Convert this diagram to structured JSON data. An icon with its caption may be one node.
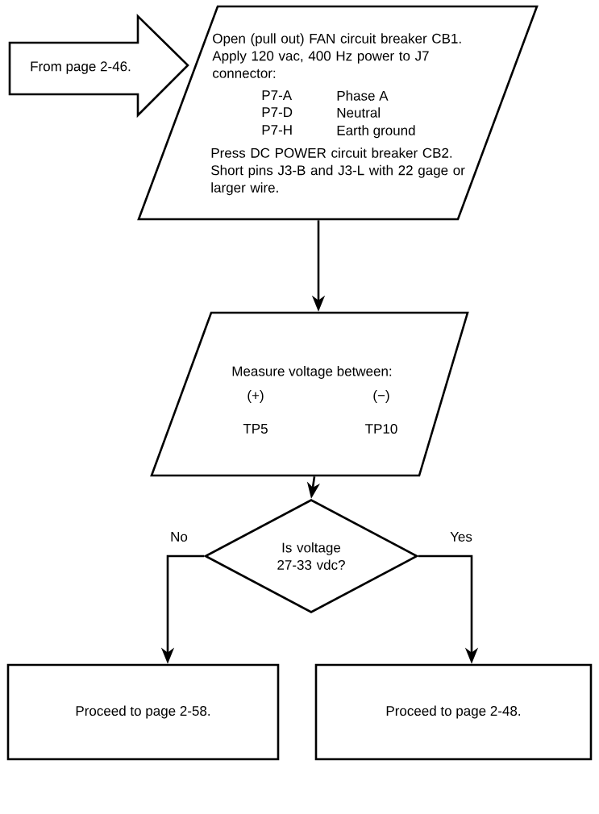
{
  "diagram": {
    "nodes": [
      {
        "text": [
          "From page 2-46."
        ]
      },
      {
        "text": [
          "Open (pull out) FAN circuit breaker CB1. Apply 120 vac, 400 Hz power to J7 connector:",
          "P7-A",
          "Phase A",
          "P7-D",
          "Neutral",
          "P7-H",
          "Earth ground",
          "Press DC POWER circuit breaker CB2. Short pins J3-B and J3-L with 22 gage or larger wire."
        ]
      },
      {
        "text": [
          "Measure voltage between:",
          "(+)",
          "(−)",
          "TP5",
          "TP10"
        ]
      },
      {
        "text": [
          "Is voltage 27-33 vdc?"
        ]
      },
      {
        "text": [
          "Proceed to page 2-58."
        ]
      },
      {
        "text": [
          "Proceed to page 2-48."
        ]
      }
    ],
    "edges": [
      {
        "from": 1,
        "to": 2,
        "arrow": "to"
      },
      {
        "from": 2,
        "to": 3,
        "arrow": "to"
      },
      {
        "from": 3,
        "to": 4,
        "arrow": "to",
        "label": "No"
      },
      {
        "from": 3,
        "to": 5,
        "arrow": "to",
        "label": "Yes"
      }
    ]
  }
}
